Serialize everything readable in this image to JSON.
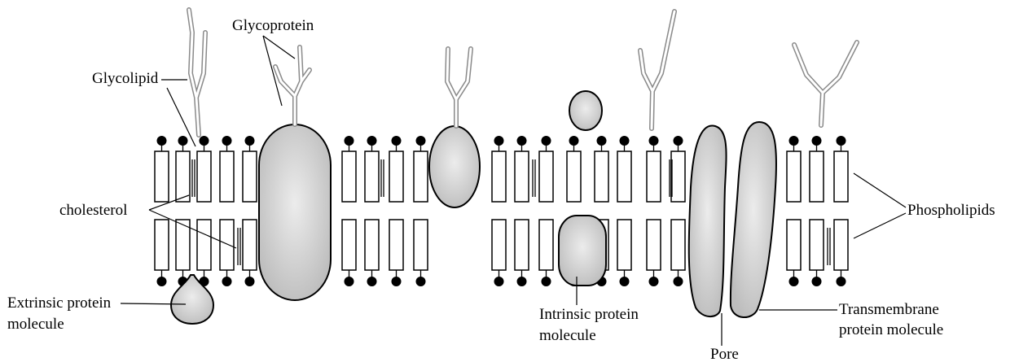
{
  "labels": {
    "glycoprotein": "Glycoprotein",
    "glycolipid": "Glycolipid",
    "cholesterol": "cholesterol",
    "phospholipids": "Phospholipids",
    "extrinsic_line1": "Extrinsic protein",
    "extrinsic_line2": "molecule",
    "intrinsic_line1": "Intrinsic protein",
    "intrinsic_line2": "molecule",
    "pore": "Pore",
    "transmembrane_line1": "Transmembrane",
    "transmembrane_line2": "protein molecule"
  },
  "colors": {
    "protein_fill": "#c8c8c8",
    "protein_highlight": "#e6e6e6",
    "sugar_chain": "#8a8a8a",
    "outline": "#000000"
  }
}
